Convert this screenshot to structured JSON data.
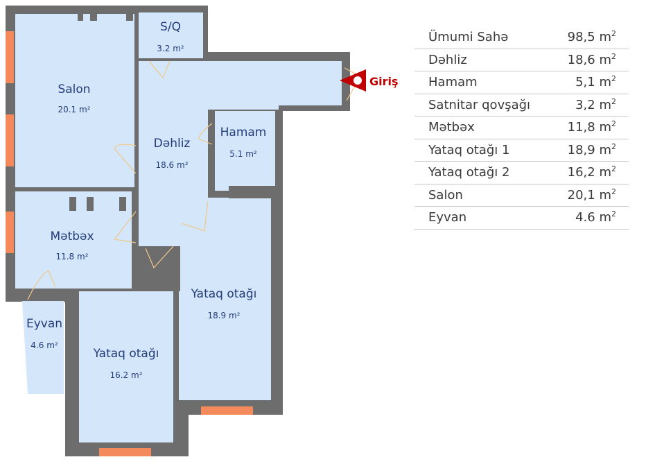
{
  "rooms": {
    "salon": {
      "name": "Salon",
      "area": "20.1 m²"
    },
    "sq": {
      "name": "S/Q",
      "area": "3.2 m²"
    },
    "dahliz": {
      "name": "Dəhliz",
      "area": "18.6 m²"
    },
    "hamam": {
      "name": "Hamam",
      "area": "5.1 m²"
    },
    "matbax": {
      "name": "Mətbəx",
      "area": "11.8 m²"
    },
    "eyvan": {
      "name": "Eyvan",
      "area": "4.6 m²"
    },
    "yataq1": {
      "name": "Yataq otağı",
      "area": "18.9 m²"
    },
    "yataq2": {
      "name": "Yataq otağı",
      "area": "16.2 m²"
    }
  },
  "entry": {
    "label": "Giriş"
  },
  "colors": {
    "wall": "#6d6d6d",
    "floor": "#d3e6fa",
    "window": "#f4895c",
    "door": "#f0c98a",
    "text": "#233c7a",
    "entry": "#c00000"
  },
  "area_table": [
    {
      "label": "Ümumi Sahə",
      "value": "98,5 m",
      "unit_sup": "2"
    },
    {
      "label": "Dəhliz",
      "value": "18,6 m",
      "unit_sup": "2"
    },
    {
      "label": "Hamam",
      "value": "5,1 m",
      "unit_sup": "2"
    },
    {
      "label": "Satnitar qovşağı",
      "value": "3,2 m",
      "unit_sup": "2"
    },
    {
      "label": "Mətbəx",
      "value": "11,8 m",
      "unit_sup": "2"
    },
    {
      "label": "Yataq otağı 1",
      "value": "18,9 m",
      "unit_sup": "2"
    },
    {
      "label": "Yataq otağı 2",
      "value": "16,2 m",
      "unit_sup": "2"
    },
    {
      "label": "Salon",
      "value": "20,1 m",
      "unit_sup": "2"
    },
    {
      "label": "Eyvan",
      "value": "4.6 m",
      "unit_sup": "2"
    }
  ]
}
